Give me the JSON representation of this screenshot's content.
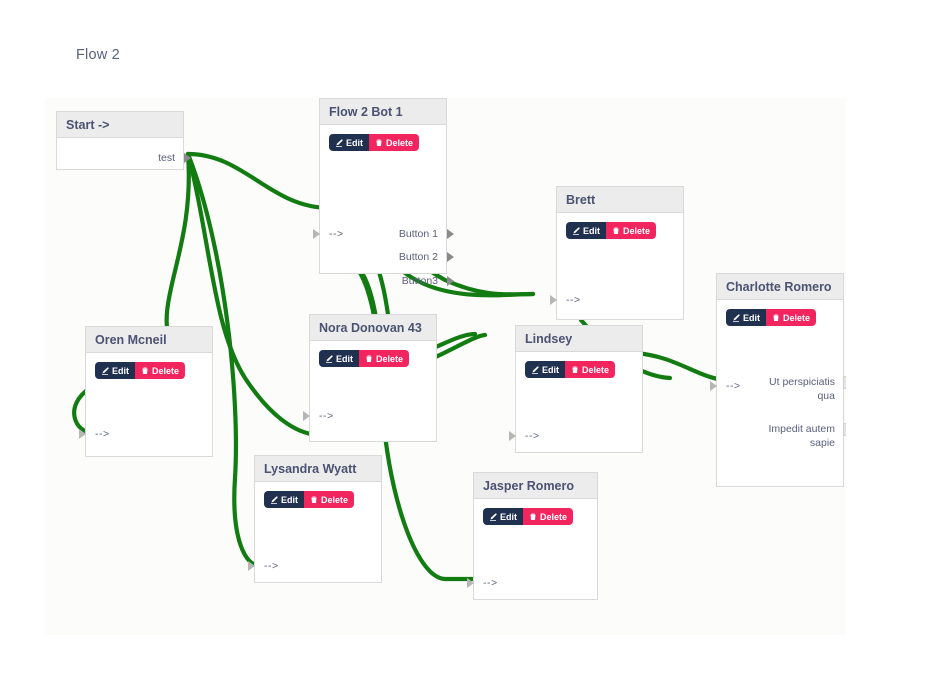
{
  "header": {
    "title": "Flow 2"
  },
  "canvas": {
    "edge_color": "#127c12",
    "accent_edit": "#20304f",
    "accent_delete": "#f2255f",
    "node_header_bg": "#ececec",
    "node_title_color": "#4b5272"
  },
  "actions": {
    "edit_label": "Edit",
    "delete_label": "Delete"
  },
  "nodes": [
    {
      "id": "start",
      "title": "Start ->",
      "has_actions": false,
      "outputs": [
        {
          "label": "test"
        }
      ],
      "inputs": []
    },
    {
      "id": "flow2bot1",
      "title": "Flow 2 Bot 1",
      "has_actions": true,
      "inputs": [
        {
          "label": "-->"
        }
      ],
      "outputs": [
        {
          "label": "Button 1"
        },
        {
          "label": "Button 2"
        },
        {
          "label": "Button3"
        }
      ]
    },
    {
      "id": "oren",
      "title": "Oren Mcneil",
      "has_actions": true,
      "inputs": [
        {
          "label": "-->"
        }
      ],
      "outputs": []
    },
    {
      "id": "nora",
      "title": "Nora Donovan 43",
      "has_actions": true,
      "inputs": [
        {
          "label": "-->"
        }
      ],
      "outputs": []
    },
    {
      "id": "lysandra",
      "title": "Lysandra Wyatt",
      "has_actions": true,
      "inputs": [
        {
          "label": "-->"
        }
      ],
      "outputs": []
    },
    {
      "id": "brett",
      "title": "Brett",
      "has_actions": true,
      "inputs": [
        {
          "label": "-->"
        }
      ],
      "outputs": []
    },
    {
      "id": "lindsey",
      "title": "Lindsey",
      "has_actions": true,
      "inputs": [
        {
          "label": "-->"
        }
      ],
      "outputs": []
    },
    {
      "id": "jasper",
      "title": "Jasper Romero",
      "has_actions": true,
      "inputs": [
        {
          "label": "-->"
        }
      ],
      "outputs": []
    },
    {
      "id": "charlotte",
      "title": "Charlotte Romero",
      "has_actions": true,
      "inputs": [
        {
          "label": "-->"
        }
      ],
      "outputs": [
        {
          "label": "Ut perspiciatis qua"
        },
        {
          "label": "Impedit autem sapie"
        }
      ]
    }
  ],
  "node_text": {
    "start_title": "Start ->",
    "start_out": "test",
    "bot_title": "Flow 2 Bot 1",
    "bot_in": "-->",
    "bot_btn1": "Button 1",
    "bot_btn2": "Button 2",
    "bot_btn3": "Button3",
    "oren_title": "Oren Mcneil",
    "oren_in": "-->",
    "nora_title": "Nora Donovan 43",
    "nora_in": "-->",
    "lysandra_title": "Lysandra Wyatt",
    "lysandra_in": "-->",
    "brett_title": "Brett",
    "brett_in": "-->",
    "lindsey_title": "Lindsey",
    "lindsey_in": "-->",
    "jasper_title": "Jasper Romero",
    "jasper_in": "-->",
    "charlotte_title": "Charlotte Romero",
    "charlotte_in": "-->",
    "charlotte_out1": "Ut perspiciatis qua",
    "charlotte_out2": "Impedit autem sapie"
  }
}
